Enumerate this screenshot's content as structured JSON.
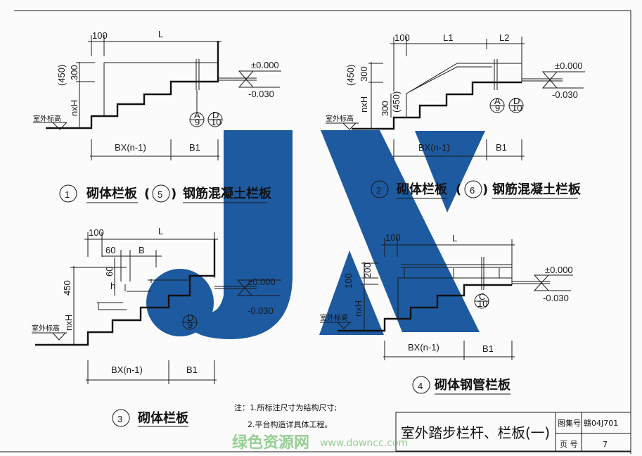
{
  "drawing1": {
    "dim_top": "100",
    "dim_L": "L",
    "dim_450": "(450)",
    "dim_300": "300",
    "dim_nxH": "nxH",
    "ground": "室外标高",
    "elev_top": "±0.000",
    "elev_bot": "-0.030",
    "ref1_top": "A",
    "ref1_bot": "9",
    "ref2_top": "D",
    "ref2_bot": "10",
    "dim_bx": "BX(n-1)",
    "dim_b1": "B1"
  },
  "caption1": {
    "num": "1",
    "label": "砌体栏板",
    "num2": "5",
    "label2": "钢筋混凝土栏板"
  },
  "drawing2": {
    "dim_top": "100",
    "dim_L1": "L1",
    "dim_L2": "L2",
    "dim_450": "(450)",
    "dim_300": "300",
    "dim_300b": "300",
    "dim_450b": "(450)",
    "dim_nxH": "nxH",
    "ground": "室外标高",
    "elev_top": "±0.000",
    "elev_bot": "-0.030",
    "ref1_top": "A",
    "ref1_bot": "9",
    "ref2_top": "D",
    "ref2_bot": "10",
    "dim_bx": "BX(n-1)",
    "dim_b1": "B1"
  },
  "caption2": {
    "num": "2",
    "label": "砌体栏板",
    "num2": "6",
    "label2": "钢筋混凝土栏板"
  },
  "drawing3": {
    "dim_top": "100",
    "dim_L": "L",
    "dim_60a": "60",
    "dim_B": "B",
    "dim_60b": "60",
    "dim_h": "h",
    "dim_450": "450",
    "dim_nxH": "nxH",
    "ground": "室外标高",
    "elev_top": "±0.000",
    "elev_bot": "-0.030",
    "ref_top": "D",
    "ref_bot": "9",
    "dim_bx": "BX(n-1)",
    "dim_b1": "B1"
  },
  "caption3": {
    "num": "3",
    "label": "砌体栏板"
  },
  "drawing4": {
    "dim_top": "100",
    "dim_L": "L",
    "dim_200": "200",
    "dim_100": "100",
    "dim_nxH": "nxH",
    "ground": "室外标高",
    "elev_top": "±0.000",
    "elev_bot": "-0.030",
    "ref_top": "C",
    "ref_bot": "10",
    "dim_bx": "BX(n-1)",
    "dim_b1": "B1"
  },
  "caption4": {
    "num": "4",
    "label": "砌体钢管栏板"
  },
  "notes": {
    "line1": "注：1.所标注尺寸为结构尺寸;",
    "line2": "2.平台构造详具体工程。"
  },
  "title_block": {
    "title": "室外踏步栏杆、栏板(一)",
    "atlas_label": "图集号",
    "atlas_value": "赣04J701",
    "page_label": "页  号",
    "page_value": "7"
  },
  "watermark": {
    "text": "绿色资源网",
    "url": "www.downcc.com",
    "logo": "JX",
    "color": "#1d5aa0"
  }
}
